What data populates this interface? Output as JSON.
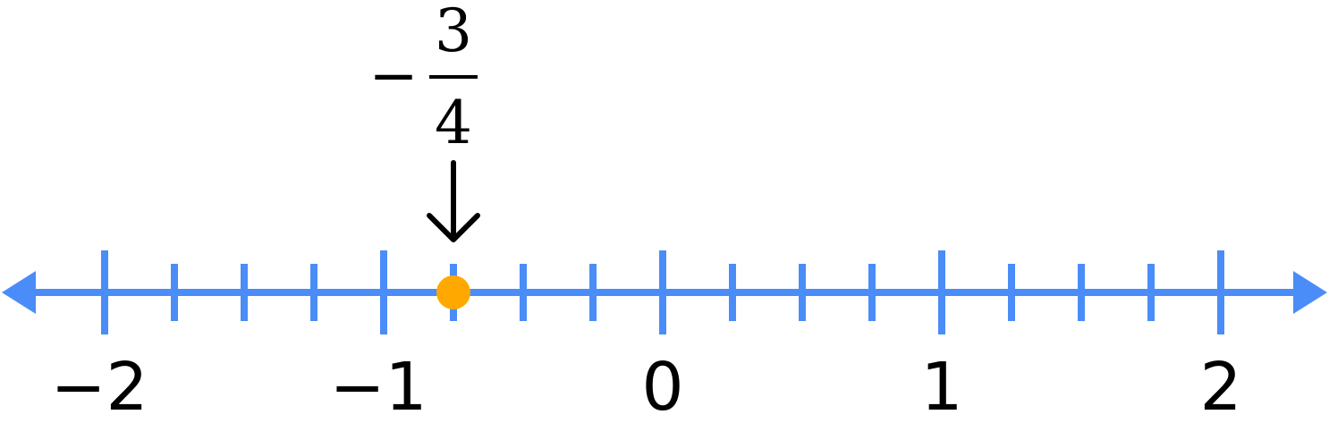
{
  "number_line": {
    "min": -2,
    "max": 2,
    "step": 0.25,
    "major_ticks": [
      -2,
      -1,
      0,
      1,
      2
    ],
    "labels": [
      "−2",
      "−1",
      "0",
      "1",
      "2"
    ],
    "point": {
      "value": -0.75,
      "label_sign": "−",
      "label_numerator": "3",
      "label_denominator": "4"
    }
  },
  "colors": {
    "line": "#4a8df8",
    "point": "#ffa900",
    "text": "#000000"
  }
}
